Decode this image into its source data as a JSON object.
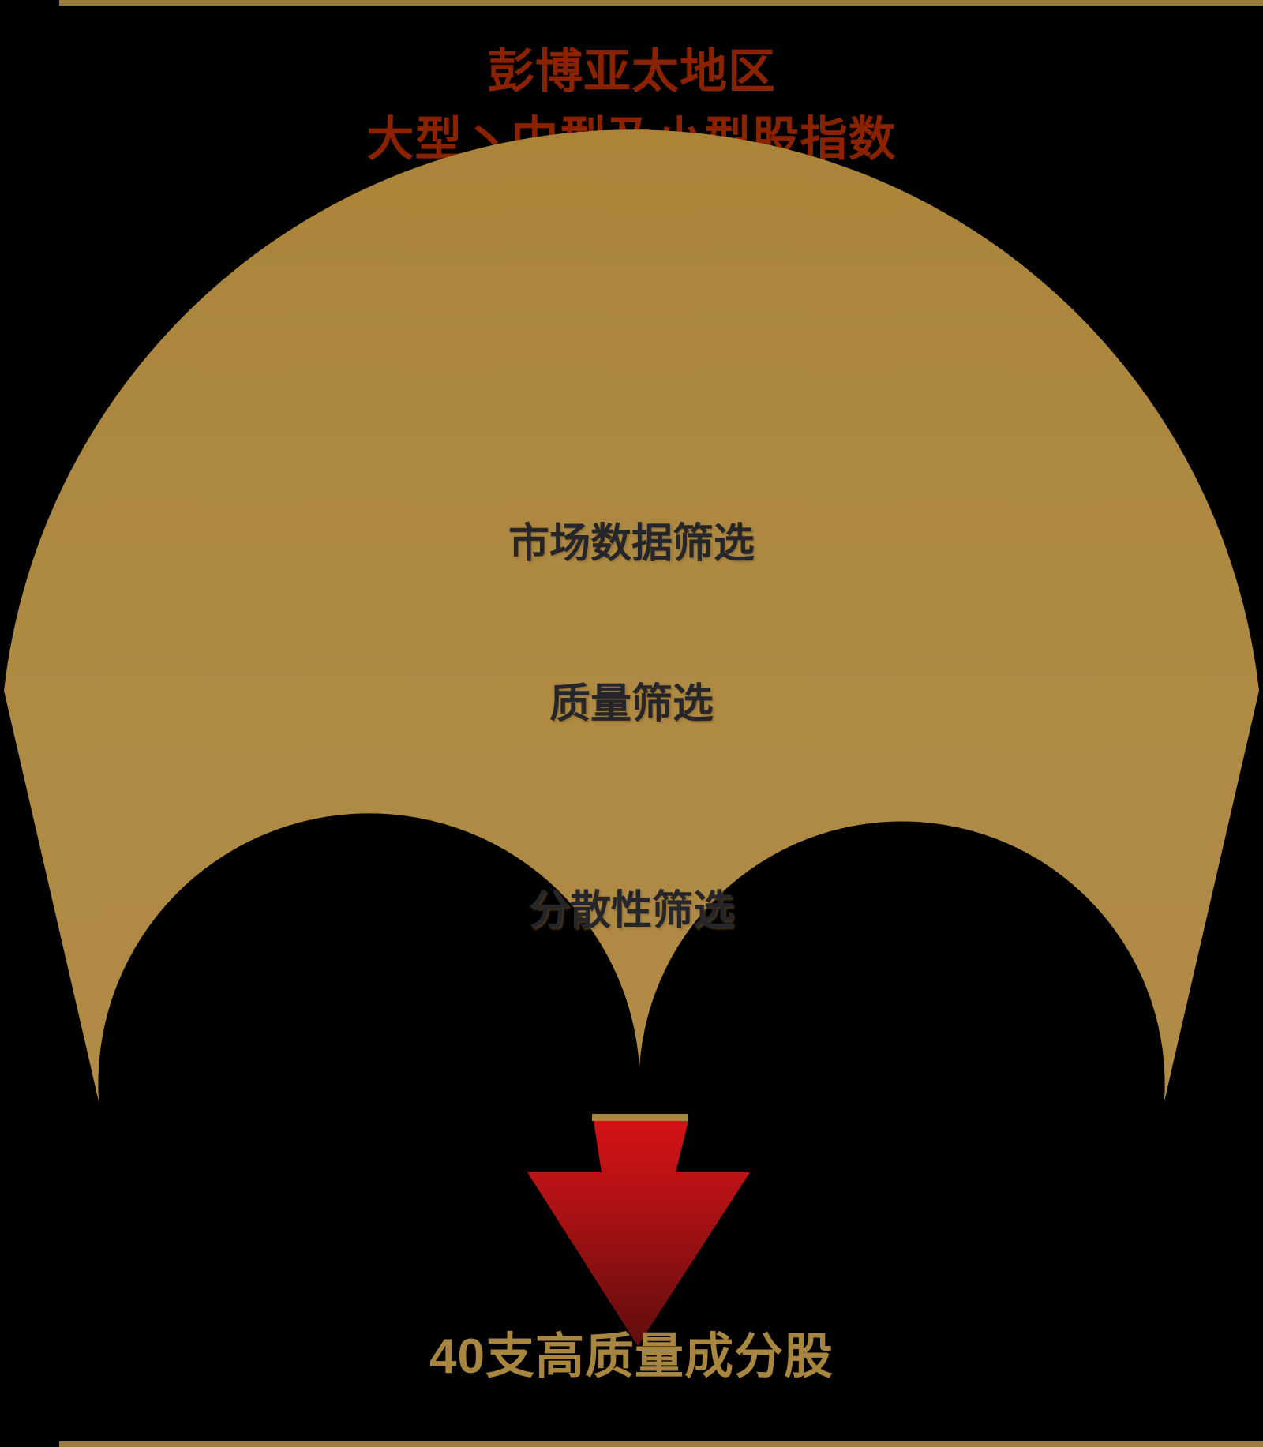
{
  "theme": {
    "background": "#000000",
    "gold": "#a9863f",
    "gold_dark": "#8d6f33",
    "gold_light": "#bb9551",
    "tan": "#b98b57",
    "title_red": "#8a2200",
    "arrow_red_top": "#d41217",
    "arrow_red_bottom": "#6f1010",
    "label_text": "#26262a",
    "rule": "#9a7c3c"
  },
  "header": {
    "title": "彭博亚太地区\n大型丶中型及小型股指数",
    "title_line_1": "彭博亚太地区",
    "title_line_2": "大型丶中型及小型股指数"
  },
  "flow": {
    "top_arrow": {
      "name": "gold-down-arrow",
      "direction": "down",
      "color": "#a9863f"
    },
    "funnel": {
      "name": "screening-funnel",
      "shape": "annular-sector",
      "fill": "#a9863f",
      "stages": [
        {
          "label": "市场数据筛选"
        },
        {
          "label": "质量筛选"
        },
        {
          "label": "分散性筛选"
        }
      ]
    },
    "bottom_arrow": {
      "name": "red-down-arrow",
      "direction": "down",
      "color_top": "#d41217",
      "color_bottom": "#6f1010"
    }
  },
  "footer": {
    "result": "40支高质量成分股",
    "count": "40"
  }
}
